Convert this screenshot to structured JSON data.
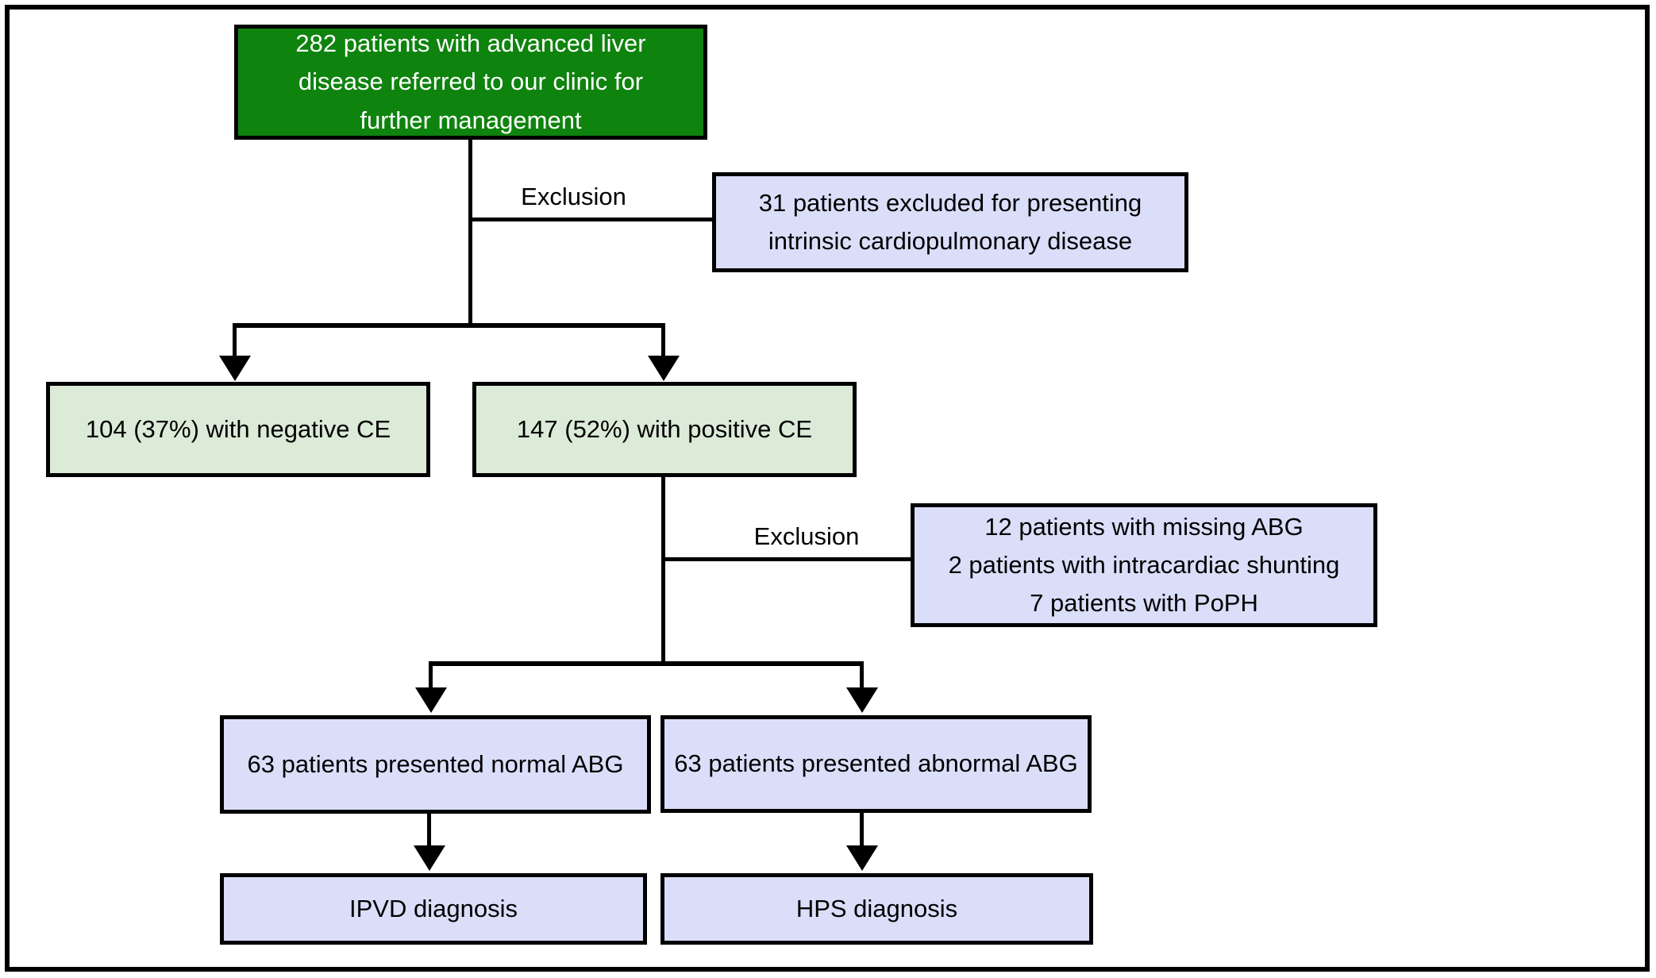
{
  "diagram": {
    "kind": "patient-flow-chart",
    "colors": {
      "root_fill": "#0e830e",
      "root_text": "#ffffff",
      "exclusion_fill": "#dbdef9",
      "ce_fill": "#dcebd8",
      "line": "#000000",
      "border": "#000000",
      "background": "#ffffff"
    },
    "nodes": {
      "root": {
        "text": "282 patients with advanced liver\ndisease referred to our clinic for\nfurther management"
      },
      "exclusion1": {
        "label": "Exclusion",
        "text": "31 patients excluded for presenting\nintrinsic cardiopulmonary disease"
      },
      "ce_negative": {
        "text": "104 (37%) with negative CE"
      },
      "ce_positive": {
        "text": "147 (52%) with positive CE"
      },
      "exclusion2": {
        "label": "Exclusion",
        "text": "12 patients with missing ABG\n2 patients with intracardiac shunting\n7 patients with PoPH"
      },
      "abg_normal": {
        "text": "63 patients presented normal ABG"
      },
      "abg_abnormal": {
        "text": "63 patients presented abnormal ABG"
      },
      "ipvd": {
        "text": "IPVD diagnosis"
      },
      "hps": {
        "text": "HPS diagnosis"
      }
    }
  }
}
